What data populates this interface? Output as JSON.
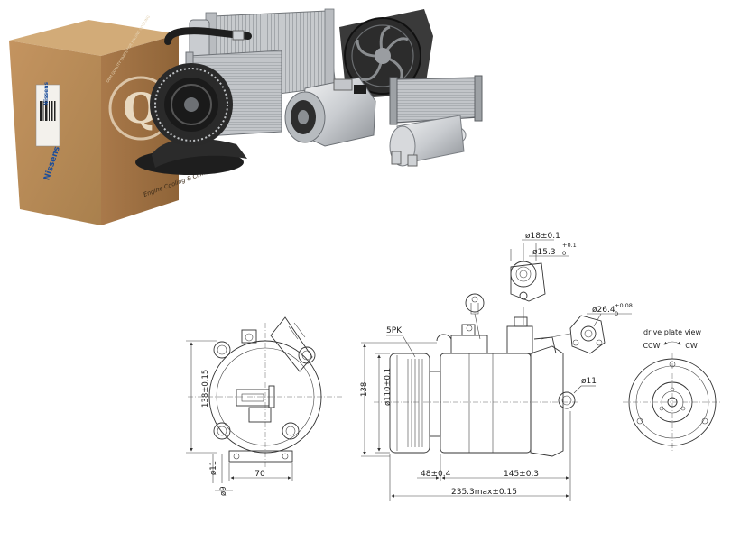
{
  "box": {
    "brand_top": "Nissens",
    "brand_side": "Nissens",
    "tagline": "Engine Cooling & Climate",
    "arc_text": "OEM QUALITY PARTS FOR ENGINE COOLING",
    "logo_letter": "Q"
  },
  "drawing": {
    "left_view": {
      "height_label": "138±0.15",
      "width_label": "70",
      "bolt_label": "ø11",
      "pin_label": "ø9"
    },
    "side_view": {
      "pulley_label": "5PK",
      "diameter_label": "ø110±0.1",
      "height_label": "138",
      "offset_label": "48±0.4",
      "body_label": "145±0.3",
      "total_label": "235.3max±0.15",
      "ear_label": "ø11"
    },
    "ports": {
      "outer_label": "ø18±0.1",
      "inner_label": "ø15.3",
      "inner_tol_upper": "+0.1",
      "inner_tol_lower": "0",
      "second_label": "ø26.4",
      "second_tol_upper": "+0.08",
      "second_tol_lower": "0"
    },
    "drive_view": {
      "title": "drive plate view",
      "ccw": "CCW",
      "cw": "CW"
    }
  },
  "colors": {
    "box_front": "#b88a52",
    "box_side": "#a27645",
    "box_top": "#cfa874",
    "metal_light": "#d9dcdf",
    "metal_dark": "#2a2a2a",
    "line": "#333333"
  }
}
